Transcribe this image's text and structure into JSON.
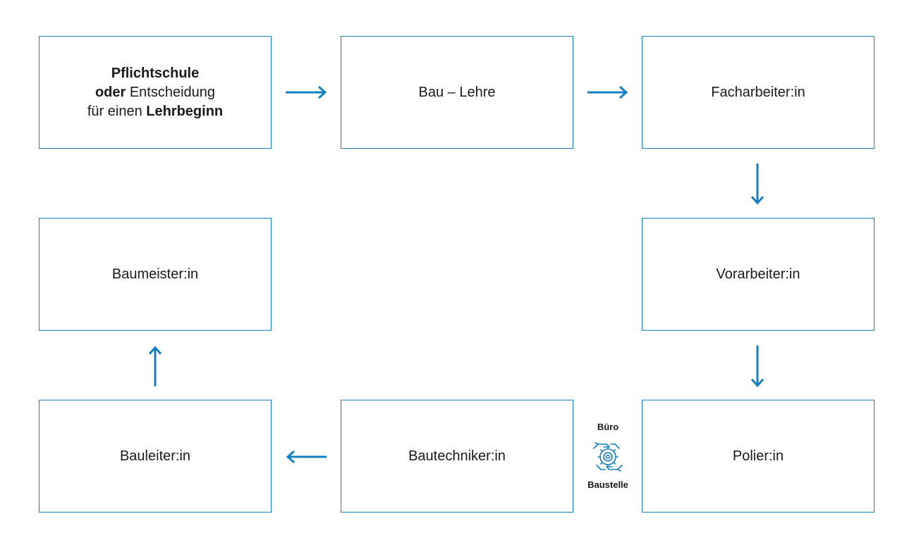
{
  "colors": {
    "accent": "#1580c0",
    "text": "#1a1a1a"
  },
  "boxes": {
    "start": {
      "line1": {
        "bold": "Pflichtschule"
      },
      "line2": {
        "bold": "oder",
        "normal": " Entscheidung"
      },
      "line3": {
        "normal": "für einen ",
        "bold": "Lehrbeginn"
      }
    },
    "lehre": "Bau – Lehre",
    "facharbeiter": "Facharbeiter:in",
    "vorarbeiter": "Vorarbeiter:in",
    "polier": "Polier:in",
    "bautechniker": "Bautechniker:in",
    "bauleiter": "Bauleiter:in",
    "baumeister": "Baumeister:in"
  },
  "exchange": {
    "top_label": "Büro",
    "bottom_label": "Baustelle",
    "icon": "gear-hands-icon"
  }
}
